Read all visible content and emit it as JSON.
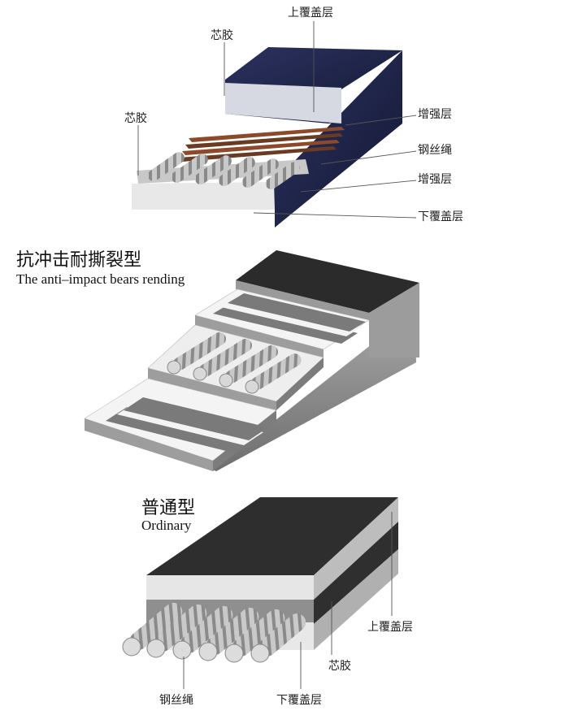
{
  "diagram1": {
    "labels": {
      "top_cover": "上覆盖层",
      "core_rubber_a": "芯胶",
      "core_rubber_b": "芯胶",
      "reinforce_top": "增强层",
      "steel_cord": "钢丝绳",
      "reinforce_bottom": "增强层",
      "bottom_cover": "下覆盖层"
    }
  },
  "diagram2": {
    "title_cn": "抗冲击耐撕裂型",
    "title_en": "The anti–impact bears rending"
  },
  "diagram3": {
    "title_cn": "普通型",
    "title_en": "Ordinary",
    "labels": {
      "top_cover": "上覆盖层",
      "core_rubber": "芯胶",
      "steel_cord": "钢丝绳",
      "bottom_cover": "下覆盖层"
    }
  },
  "colors": {
    "navy_cover": "#1f2547",
    "dark_top": "#2a2a2a",
    "gray_side": "#8e8e8e",
    "light_face": "#f2f2f2",
    "stripe": "#7a7a7a",
    "cable": "#b9b9b9"
  }
}
